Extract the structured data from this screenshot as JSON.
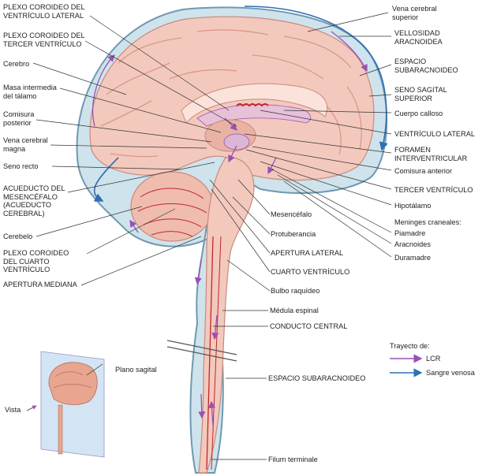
{
  "labels_left": {
    "plexo_lateral": "PLEXO COROIDEO DEL\nVENTRÍCULO LATERAL",
    "plexo_tercer": "PLEXO COROIDEO DEL\nTERCER VENTRÍCULO",
    "cerebro": "Cerebro",
    "masa": "Masa intermedia\ndel tálamo",
    "comisura_post": "Comisura\nposterior",
    "vena_magna": "Vena cerebral\nmagna",
    "seno_recto": "Seno recto",
    "acueducto": "ACUEDUCTO DEL\nMESENCÉFALO\n(ACUEDUCTO\nCEREBRAL)",
    "cerebelo": "Cerebelo",
    "plexo_cuarto": "PLEXO COROIDEO\nDEL CUARTO\nVENTRÍCULO",
    "apertura_mediana": "APERTURA MEDIANA"
  },
  "labels_right": {
    "vena_superior": "Vena cerebral\nsuperior",
    "vellosidad": "VELLOSIDAD\nARACNOIDEA",
    "espacio_sub": "ESPACIO\nSUBARACNOIDEO",
    "seno_sagital": "SENO SAGITAL\nSUPERIOR",
    "cuerpo_calloso": "Cuerpo calloso",
    "ventriculo_lateral": "VENTRÍCULO LATERAL",
    "foramen": "FORAMEN\nINTERVENTRICULAR",
    "comisura_ant": "Comisura anterior",
    "tercer_ventriculo": "TERCER VENTRÍCULO",
    "hipotalamo": "Hipotálamo",
    "meninges": "Meninges craneales:",
    "piamadre": "Piamadre",
    "aracnoides": "Aracnoides",
    "duramadre": "Duramadre"
  },
  "labels_center": {
    "mesencefalo": "Mesencéfalo",
    "protuberancia": "Protuberancia",
    "apertura_lateral": "APERTURA LATERAL",
    "cuarto_ventriculo": "CUARTO VENTRÍCULO",
    "bulbo": "Bulbo raquídeo",
    "medula": "Médula espinal",
    "conducto": "CONDUCTO CENTRAL",
    "espacio_sub2": "ESPACIO SUBARACNOIDEO",
    "filum": "Filum terminale"
  },
  "inset": {
    "plano": "Plano sagital",
    "vista": "Vista"
  },
  "legend": {
    "title": "Trayecto de:",
    "lcr": "LCR",
    "sangre": "Sangre venosa",
    "lcr_color": "#9b4fb5",
    "sangre_color": "#2f6fb3"
  },
  "colors": {
    "tissue": "#f3c9bd",
    "tissue_dark": "#e3a595",
    "csf": "#cfe3ec",
    "dura": "#8fb3c7",
    "vessel": "#c0272d"
  }
}
